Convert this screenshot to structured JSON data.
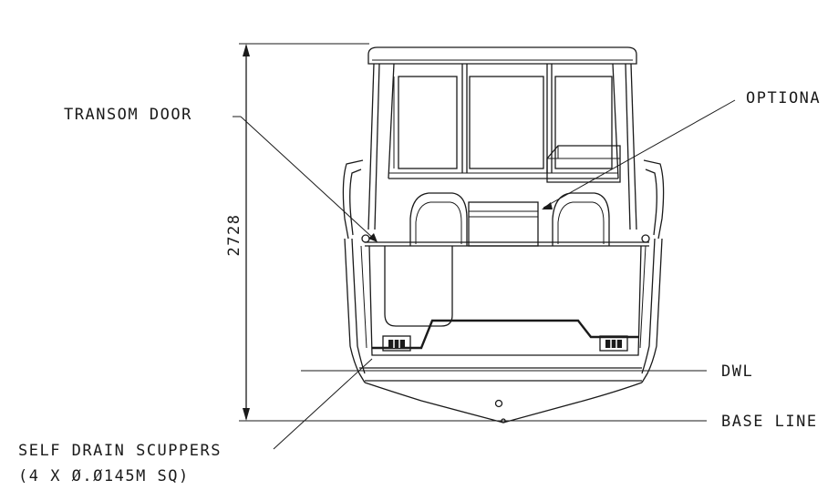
{
  "labels": {
    "transom_door": "TRANSOM DOOR",
    "optional": "OPTIONA",
    "dimension": "2728",
    "dwl": "DWL",
    "base_line": "BASE LINE",
    "scuppers_line1": "SELF DRAIN SCUPPERS",
    "scuppers_line2": "(4 X Ø.Ø145M SQ)"
  },
  "colors": {
    "ink": "#1a1a1a",
    "background": "#ffffff"
  }
}
